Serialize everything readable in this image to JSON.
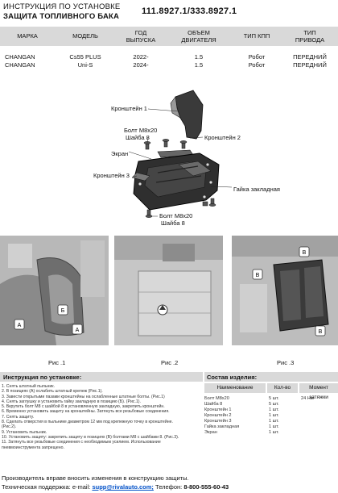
{
  "header": {
    "line1": "ИНСТРУКЦИЯ ПО УСТАНОВКЕ",
    "line2": "ЗАЩИТА ТОПЛИВНОГО БАКА",
    "article": "111.8927.1/333.8927.1"
  },
  "spec_table": {
    "headers": [
      [
        "МАРКА"
      ],
      [
        "МОДЕЛЬ"
      ],
      [
        "ГОД",
        "ВЫПУСКА"
      ],
      [
        "ОБЪЕМ",
        "ДВИГАТЕЛЯ"
      ],
      [
        "ТИП КПП"
      ],
      [
        "ТИП",
        "ПРИВОДА"
      ]
    ],
    "rows": [
      [
        "CHANGAN",
        "Cs55 PLUS",
        "2022-",
        "1.5",
        "Робот",
        "ПЕРЕДНИЙ"
      ],
      [
        "CHANGAN",
        "Uni-S",
        "2024-",
        "1.5",
        "Робот",
        "ПЕРЕДНИЙ"
      ]
    ]
  },
  "diagram": {
    "labels": {
      "bracket1": "Кронштейн 1",
      "bolt_top": "Болт М8х20",
      "washer_top": "Шайба 8",
      "bracket2": "Кронштейн 2",
      "screen": "Экран",
      "bracket3": "Кронштейн 3",
      "nut": "Гайка закладная",
      "bolt_bottom": "Болт М8х20",
      "washer_bottom": "Шайба 8"
    }
  },
  "photos": {
    "captions": [
      "Рис .1",
      "Рис .2",
      "Рис .3"
    ]
  },
  "install": {
    "title": "Инструкция по установке:",
    "steps": [
      "1. Снять штатный пыльник.",
      "2. В позициях (А) ослабить штатный крепеж (Рис.1).",
      "3. Завести открытыми пазами кронштейны на ослабленные штатные болты. (Рис.1)",
      "4. Снять заглушку и установить гайку закладную в позицию (Б). (Рис.1).",
      "5. Вкрутить болт М8 с шайбой 8 в установленную закладную, закрепить кронштейн.",
      "6. Временно установить защиту на кронштейны. Затянуть все резьбовые соединения.",
      "7. Снять защиту.",
      "8. Сделать отверстия в пыльнике диаметром 12 мм под крепежную точку в кронштейне.",
      "    (Рис.2).",
      "9. Установить пыльник.",
      "10. Установить защиту: закрепить защиту в позициях (В) болтами М8 с шайбами 8. (Рис.3).",
      "11. Затянуть все резьбовые соединения с необходимым усилием. Использование",
      "    пневмоинструмента запрещено."
    ]
  },
  "kit": {
    "title": "Состав изделия:",
    "columns": [
      "Наименование",
      "Кол-во",
      "Момент затяжки"
    ],
    "items": [
      {
        "name": "Болт М8х20",
        "qty": "5 шт."
      },
      {
        "name": "Шайба 8",
        "qty": "5 шт."
      },
      {
        "name": "Кронштейн 1",
        "qty": "1 шт."
      },
      {
        "name": "Кронштейн 2",
        "qty": "1 шт."
      },
      {
        "name": "Кронштейн 3",
        "qty": "1 шт."
      },
      {
        "name": "Гайка закладная",
        "qty": "1 шт."
      },
      {
        "name": "Экран",
        "qty": "1 шт."
      }
    ],
    "torque": "24 Нм"
  },
  "footer": {
    "note": "Производитель вправе вносить изменения в конструкцию защиты.",
    "support_label": "Техническая поддержка:",
    "email_prefix": "e-mail:",
    "email": "supp@rivalauto.com;",
    "phone_label": "Телефон:",
    "phone": "8-800-555-60-43"
  }
}
